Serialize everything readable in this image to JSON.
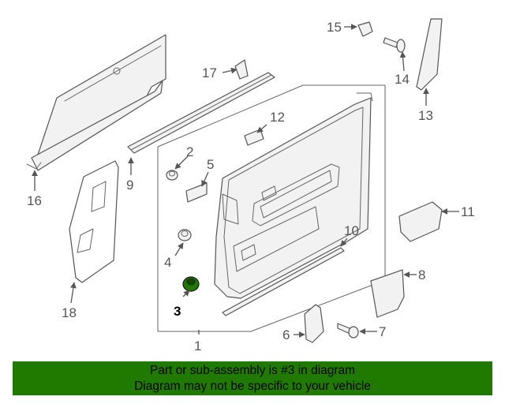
{
  "callouts": {
    "c1": "1",
    "c2": "2",
    "c3": "3",
    "c4": "4",
    "c5": "5",
    "c6": "6",
    "c7": "7",
    "c8": "8",
    "c9": "9",
    "c10": "10",
    "c11": "11",
    "c12": "12",
    "c13": "13",
    "c14": "14",
    "c15": "15",
    "c16": "16",
    "c17": "17",
    "c18": "18"
  },
  "highlight": {
    "part": "3",
    "color": "#217a00"
  },
  "banner": {
    "line1": "Part or sub-assembly is #3 in diagram",
    "line2": "Diagram may not be specific to your vehicle",
    "background": "#217a00"
  }
}
